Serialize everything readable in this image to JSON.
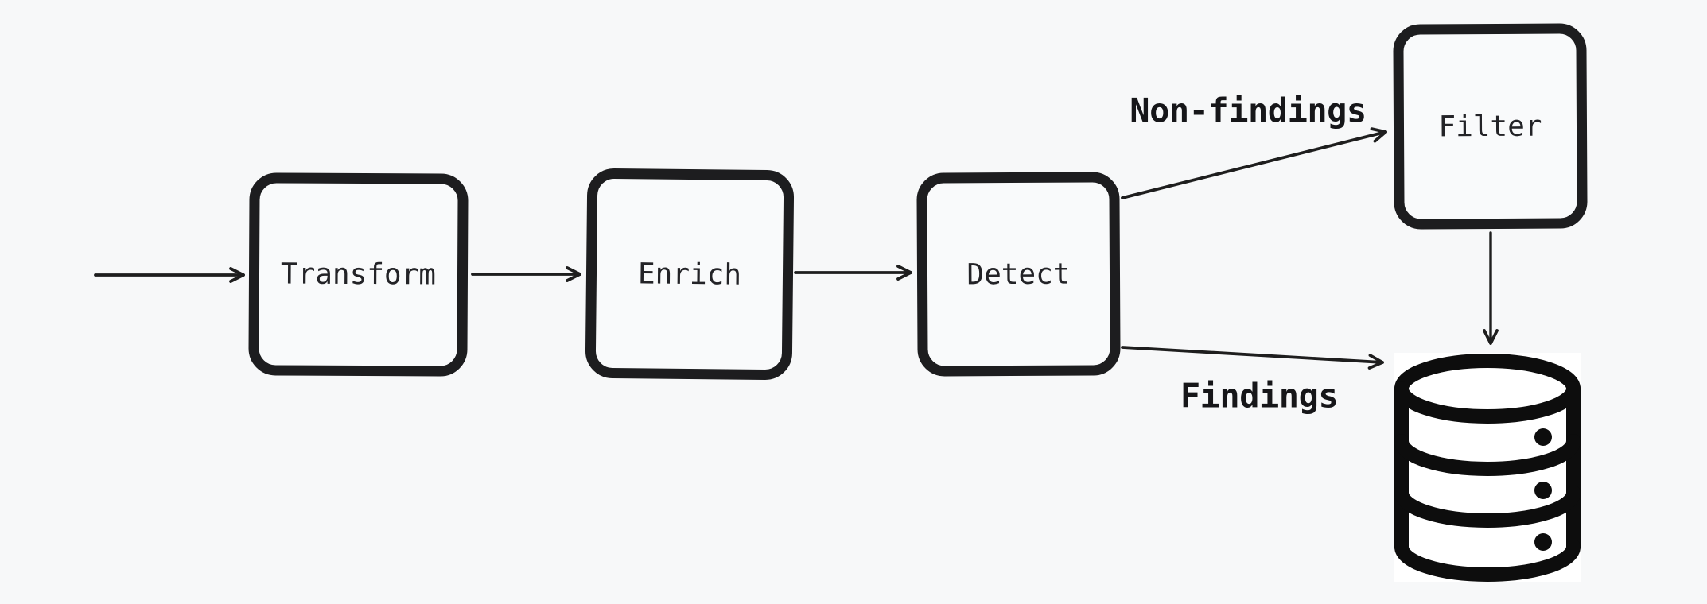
{
  "diagram": {
    "colors": {
      "background": "#f7f8f9",
      "node_border": "#1d1d1f",
      "edge_stroke": "#1e1e1e",
      "icon_black": "#0d0d0d",
      "label_text": "#161619"
    },
    "nodes": [
      {
        "id": "transform",
        "label": "Transform",
        "shape": "rounded-box"
      },
      {
        "id": "enrich",
        "label": "Enrich",
        "shape": "rounded-box"
      },
      {
        "id": "detect",
        "label": "Detect",
        "shape": "rounded-box"
      },
      {
        "id": "filter",
        "label": "Filter",
        "shape": "rounded-box"
      },
      {
        "id": "datastore",
        "label": "",
        "shape": "database-icon"
      }
    ],
    "edges": [
      {
        "from": "input",
        "to": "transform",
        "label": ""
      },
      {
        "from": "transform",
        "to": "enrich",
        "label": ""
      },
      {
        "from": "enrich",
        "to": "detect",
        "label": ""
      },
      {
        "from": "detect",
        "to": "filter",
        "label": "Non-findings"
      },
      {
        "from": "detect",
        "to": "datastore",
        "label": "Findings"
      },
      {
        "from": "filter",
        "to": "datastore",
        "label": ""
      }
    ]
  }
}
